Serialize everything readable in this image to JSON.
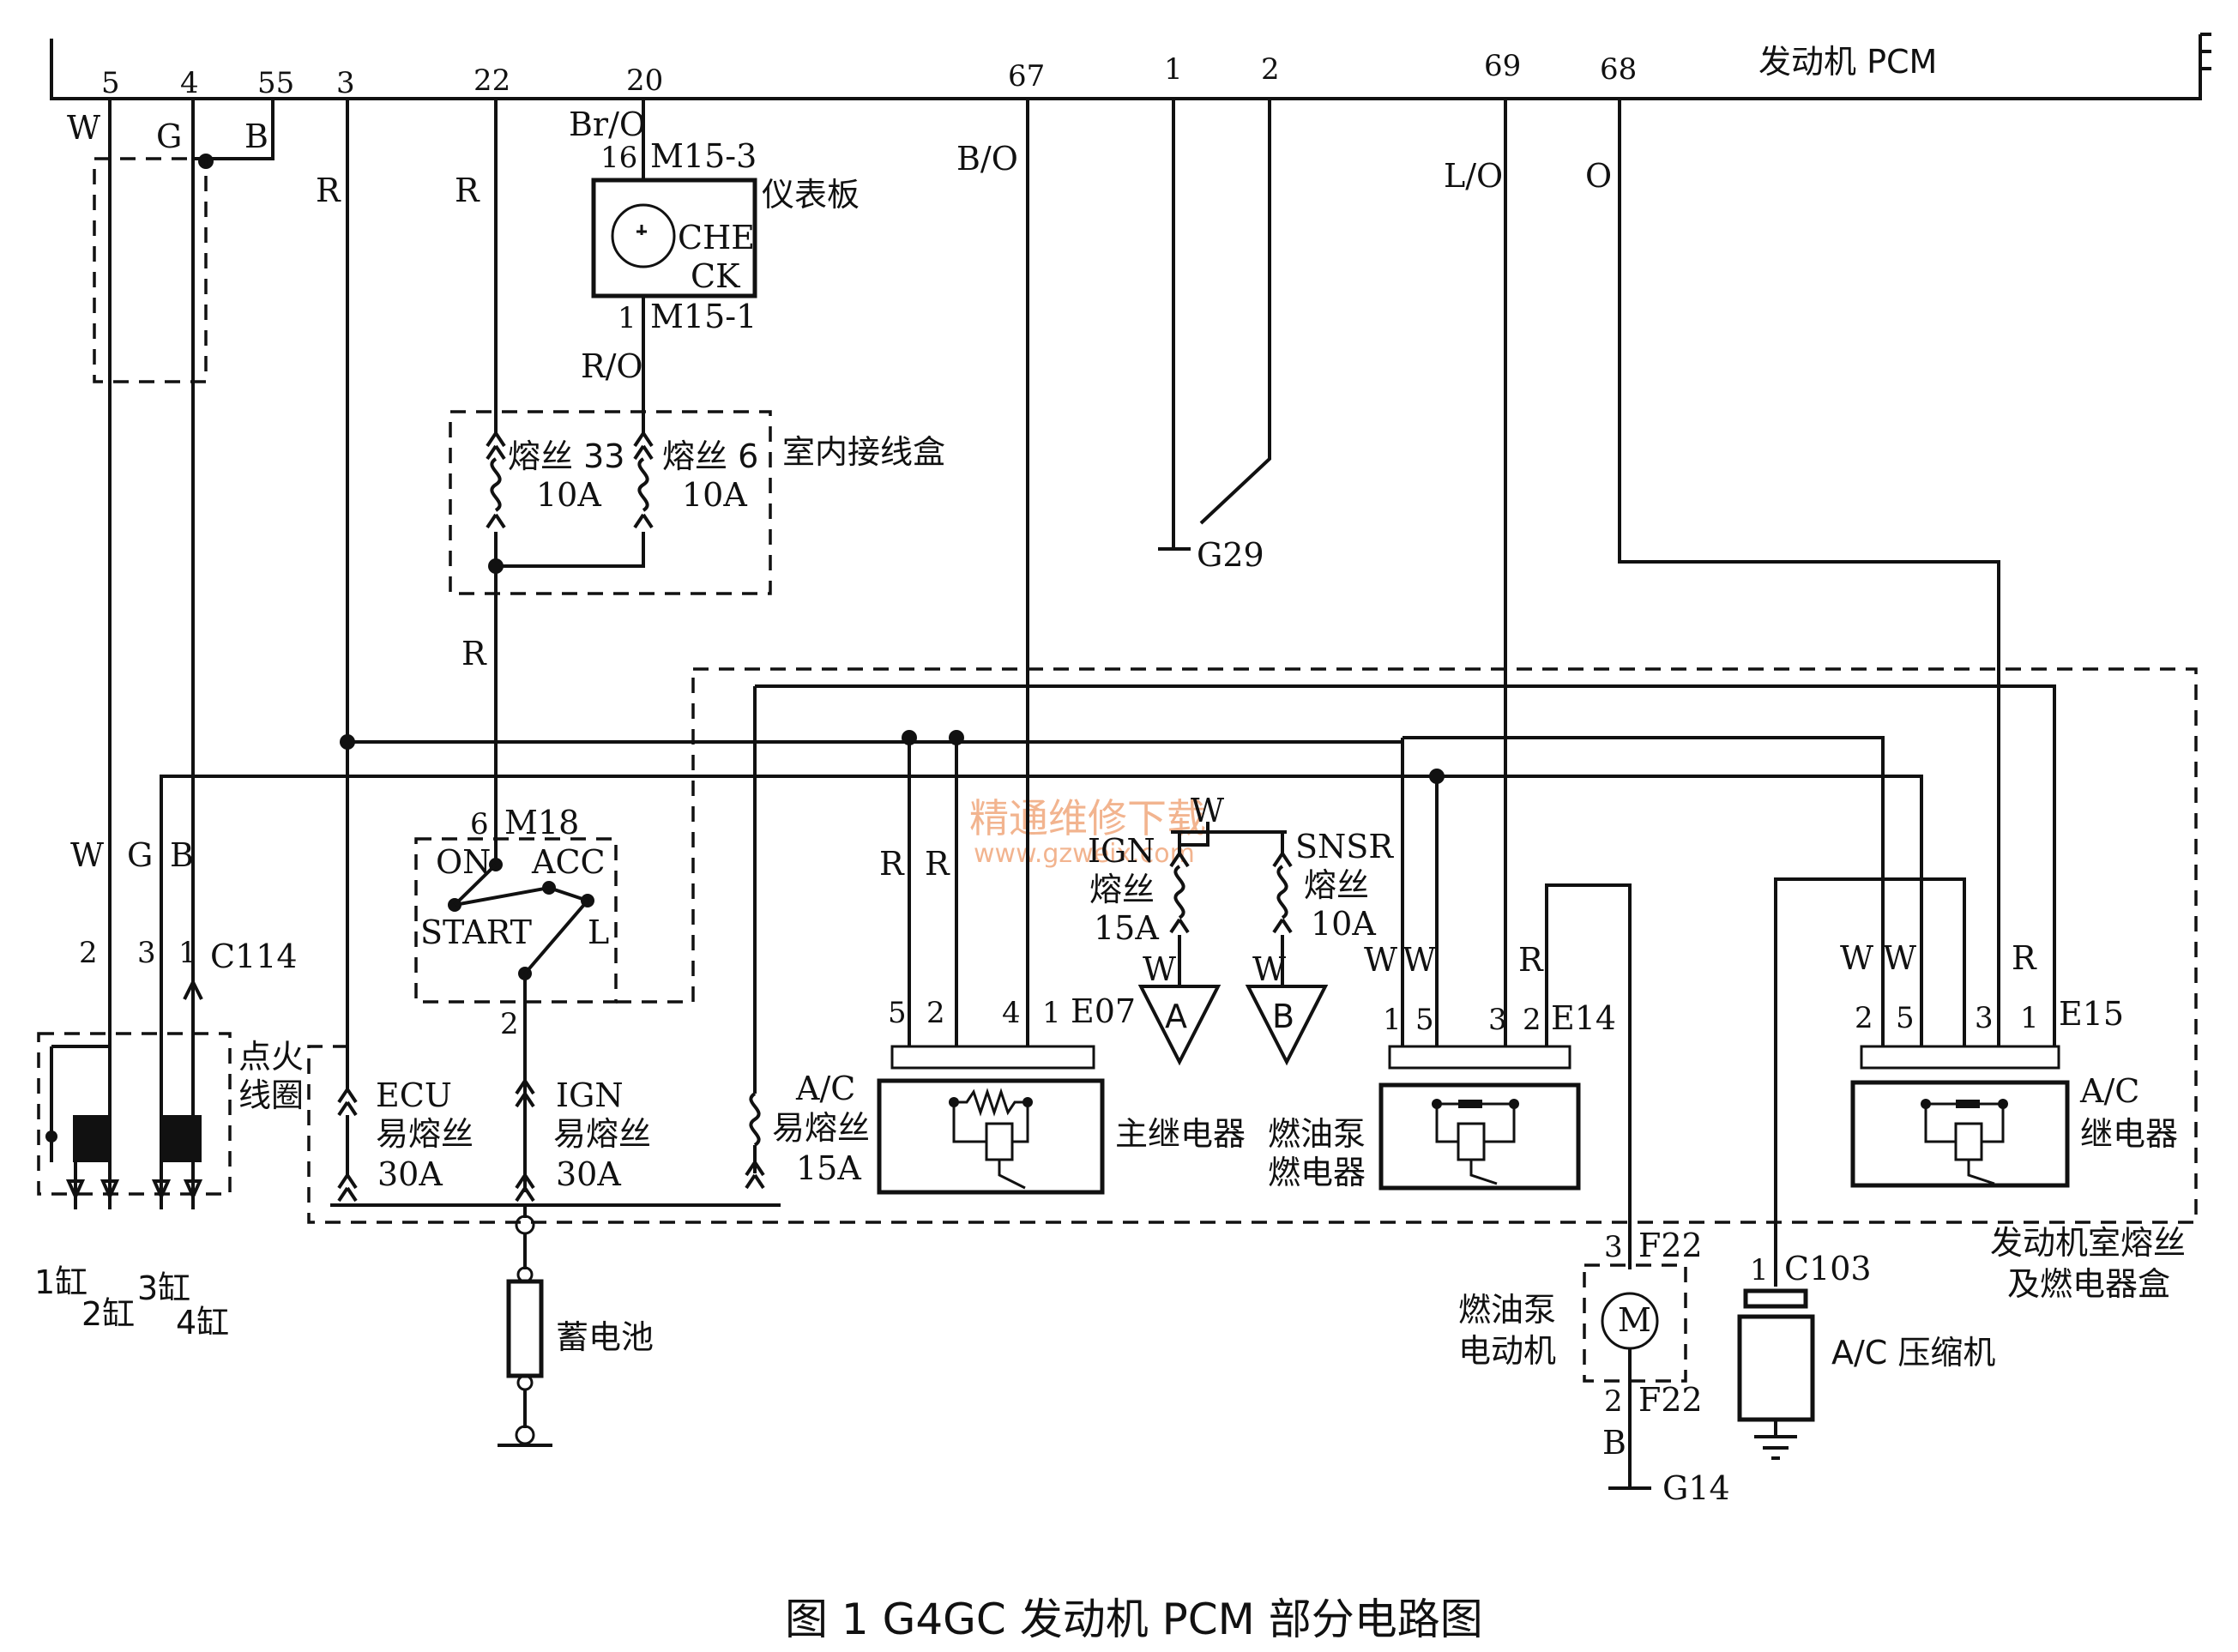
{
  "pcm": {
    "title": "发动机 PCM",
    "pins": [
      "5",
      "4",
      "55",
      "3",
      "22",
      "20",
      "67",
      "1",
      "2",
      "69",
      "68"
    ]
  },
  "wires": {
    "w": "W",
    "g": "G",
    "b": "B",
    "r": "R",
    "bro": "Br/O",
    "ro": "R/O",
    "bo": "B/O",
    "lo": "L/O",
    "o": "O"
  },
  "instrument": {
    "label": "仪表板",
    "pin_top": "16",
    "conn_top": "M15-3",
    "pin_bot": "1",
    "conn_bot": "M15-1",
    "lamp_1": "CHE",
    "lamp_2": "CK"
  },
  "junction_box": {
    "label": "室内接线盒",
    "fuse1_name": "熔丝 33",
    "fuse1_rating": "10A",
    "fuse2_name": "熔丝 6",
    "fuse2_rating": "10A"
  },
  "ground_g29": "G29",
  "ignition_switch": {
    "pin_top": "6",
    "conn": "M18",
    "on": "ON",
    "acc": "ACC",
    "start": "START",
    "l": "L",
    "pin_bot": "2"
  },
  "coil": {
    "pins": [
      "2",
      "3",
      "1"
    ],
    "conn": "C114",
    "label_1": "点火",
    "label_2": "线圈",
    "cylinders": [
      "1缸",
      "2缸",
      "3缸",
      "4缸"
    ]
  },
  "fuses": {
    "ecu_1": "ECU",
    "ecu_2": "易熔丝",
    "ecu_3": "30A",
    "ign_1": "IGN",
    "ign_2": "易熔丝",
    "ign_3": "30A",
    "ac_1": "A/C",
    "ac_2": "易熔丝",
    "ac_3": "15A",
    "ign_s1": "IGN",
    "ign_s2": "熔丝",
    "ign_s3": "15A",
    "snsr_1": "SNSR",
    "snsr_2": "熔丝",
    "snsr_3": "10A"
  },
  "refs": {
    "a": "A",
    "b": "B"
  },
  "main_relay": {
    "label": "主继电器",
    "conn": "E07",
    "pins": [
      "5",
      "2",
      "4",
      "1"
    ]
  },
  "fuel_relay": {
    "label_1": "燃油泵",
    "label_2": "燃电器",
    "conn": "E14",
    "pins": [
      "1",
      "5",
      "3",
      "2"
    ]
  },
  "ac_relay": {
    "label_1": "A/C",
    "label_2": "继电器",
    "conn": "E15",
    "pins": [
      "2",
      "5",
      "3",
      "1"
    ]
  },
  "engine_box": {
    "label_1": "发动机室熔丝",
    "label_2": "及燃电器盒"
  },
  "battery": {
    "label": "蓄电池"
  },
  "fuel_pump": {
    "label_1": "燃油泵",
    "label_2": "电动机",
    "m": "M",
    "pin_top": "3",
    "conn_top": "F22",
    "pin_bot": "2",
    "conn_bot": "F22",
    "ground": "G14"
  },
  "compressor": {
    "pin": "1",
    "conn": "C103",
    "label": "A/C 压缩机"
  },
  "watermark": {
    "text": "精通维修下载",
    "url": "www.gzweix.com"
  },
  "caption": "图 1   G4GC 发动机 PCM 部分电路图"
}
